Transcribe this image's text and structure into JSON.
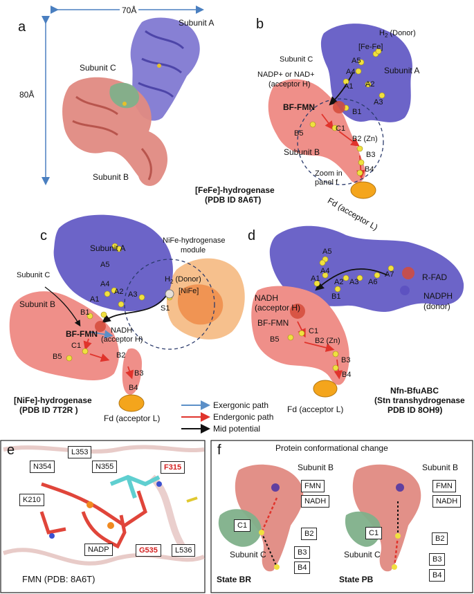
{
  "panel_a": {
    "letter": "a",
    "width_label": "70Å",
    "height_label": "80Å",
    "subunit_a": "Subunit A",
    "subunit_b": "Subunit B",
    "subunit_c": "Subunit C"
  },
  "panel_b": {
    "letter": "b",
    "h2": "H",
    "h2_sub": "2",
    "h2_tail": " (Donor)",
    "fefe": "[Fe-Fe]",
    "a1": "A1",
    "a2": "A2",
    "a3": "A3",
    "a4": "A4",
    "a5": "A5",
    "subunit_a": "Subunit A",
    "subunit_b": "Subunit B",
    "subunit_c": "Subunit C",
    "nadp_line1": "NADP+ or NAD+",
    "nadp_line2": "(acceptor H)",
    "bf_fmn": "BF-FMN",
    "b1": "B1",
    "b2": "B2 (Zn)",
    "b3": "B3",
    "b4": "B4",
    "b5": "B5",
    "c1": "C1",
    "zoom_line1": "Zoom in",
    "zoom_line2": "panel f",
    "fd": "Fd (acceptor L)",
    "caption_line1": "[FeFe]-hydrogenase",
    "caption_line2": "(PDB ID 8A6T)"
  },
  "panel_c": {
    "letter": "c",
    "subunit_a": "Subunit A",
    "subunit_b": "Subunit B",
    "subunit_c": "Subunit C",
    "module_line1": "NiFe-hydrogenase",
    "module_line2": "module",
    "h2": "H",
    "h2_sub": "2",
    "h2_tail": " (Donor)",
    "nife": "[NiFe]",
    "s1": "S1",
    "a1": "A1",
    "a2": "A2",
    "a3": "A3",
    "a4": "A4",
    "a5": "A5",
    "b1": "B1",
    "b2": "B2",
    "b3": "B3",
    "b4": "B4",
    "b5": "B5",
    "c1": "C1",
    "bf_fmn": "BF-FMN",
    "nadh": "NADH",
    "nadh_acc": "(acceptor H)",
    "fd": "Fd (acceptor L)",
    "caption_line1": "[NiFe]-hydrogenase",
    "caption_line2": "(PDB ID 7T2R )"
  },
  "legend": {
    "items": [
      {
        "label": "Exergonic path",
        "color": "#5b8fc7"
      },
      {
        "label": "Endergonic path",
        "color": "#e0342c"
      },
      {
        "label": "Mid potential",
        "color": "#111111"
      }
    ]
  },
  "panel_d": {
    "letter": "d",
    "a1": "A1",
    "a2": "A2",
    "a3": "A3",
    "a4": "A4",
    "a5": "A5",
    "a6": "A6",
    "a7": "A7",
    "rfad": "R-FAD",
    "nadph": "NADPH",
    "nadph_donor": "(donor)",
    "nadh": "NADH",
    "nadh_acc": "(acceptor H)",
    "bf_fmn": "BF-FMN",
    "b1": "B1",
    "b2": "B2 (Zn)",
    "b3": "B3",
    "b4": "B4",
    "b5": "B5",
    "c1": "C1",
    "fd": "Fd (acceptor L)",
    "caption_line1": "Nfn-BfuABC",
    "caption_line2": "(Stn transhydrogenase",
    "caption_line3": "PDB ID 8OH9)"
  },
  "panel_e": {
    "letter": "e",
    "residues": [
      "L353",
      "N354",
      "N355",
      "F315",
      "K210",
      "NADP",
      "G535",
      "L536"
    ],
    "footer": "FMN (PDB: 8A6T)"
  },
  "panel_f": {
    "letter": "f",
    "title": "Protein conformational change",
    "left": {
      "subunit_b": "Subunit B",
      "subunit_c": "Subunit C",
      "fmn": "FMN",
      "nadh": "NADH",
      "c1": "C1",
      "b2": "B2",
      "b3": "B3",
      "b4": "B4",
      "state": "State BR"
    },
    "right": {
      "subunit_b": "Subunit B",
      "subunit_c": "Subunit C",
      "fmn": "FMN",
      "nadh": "NADH",
      "c1": "C1",
      "b2": "B2",
      "b3": "B3",
      "b4": "B4",
      "state": "State PB"
    }
  }
}
